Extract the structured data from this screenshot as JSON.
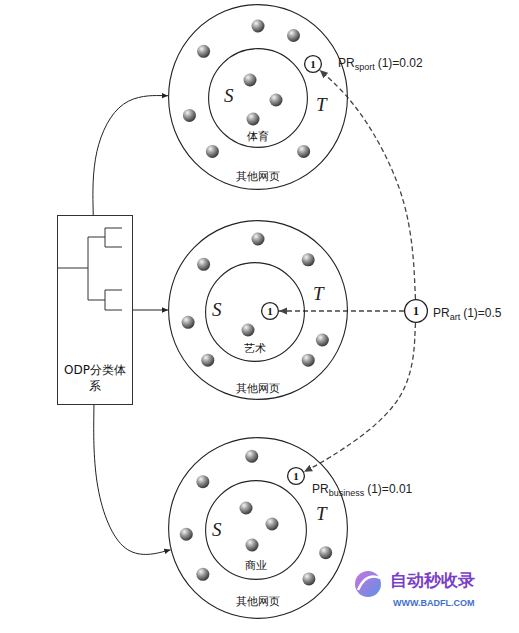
{
  "diagram": {
    "nodes": [
      {
        "text": [
          "其他网页"
        ]
      },
      {
        "text": [
          "体育"
        ],
        "in": 0
      },
      {
        "text": [
          "1"
        ],
        "in": 0
      },
      {
        "text": [
          "ODP分类体系"
        ]
      },
      {
        "text": [
          "其他网页"
        ]
      },
      {
        "text": [
          "艺术"
        ],
        "in": 4
      },
      {
        "text": [
          "1"
        ],
        "in": 5
      },
      {
        "text": [
          "1"
        ]
      },
      {
        "text": [
          "其他网页"
        ]
      },
      {
        "text": [
          "商业"
        ],
        "in": 8
      },
      {
        "text": [
          "1"
        ],
        "in": 8
      }
    ],
    "edges": [
      {
        "from": 3,
        "to": 0,
        "arrow": "to"
      },
      {
        "from": 3,
        "to": 4,
        "arrow": "to"
      },
      {
        "from": 3,
        "to": 8,
        "arrow": "to"
      },
      {
        "from": 7,
        "to": 2,
        "arrow": "to"
      },
      {
        "from": 7,
        "to": 6,
        "arrow": "to"
      },
      {
        "from": 7,
        "to": 10,
        "arrow": "to"
      }
    ],
    "labels": [
      "S",
      "T",
      "S",
      "T",
      "S",
      "T",
      "PR",
      "sport",
      "(1)=0.02",
      "PR",
      "art",
      "(1)=0.5",
      "PR",
      "business",
      "(1)=0.01",
      "自动秒收录",
      "WWW.BADFL.COM"
    ]
  }
}
